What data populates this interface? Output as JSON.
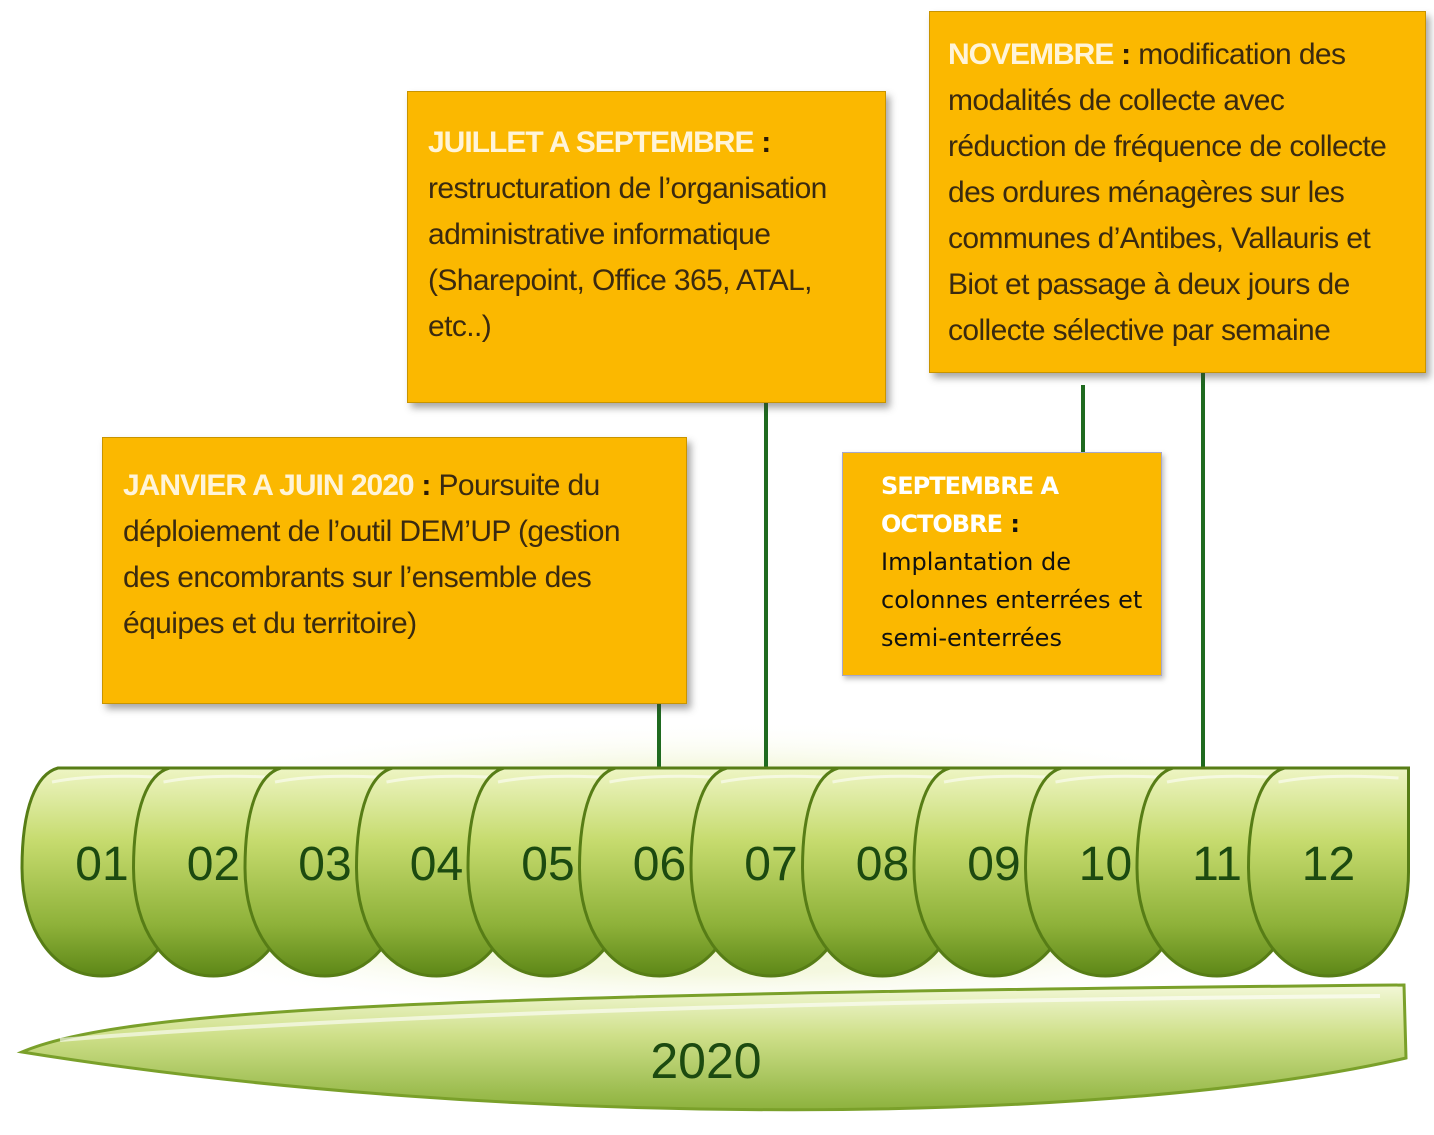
{
  "colors": {
    "box_fill": "#fbb800",
    "box_heading": "#fff4d8",
    "connector": "#1f6a1f",
    "month_fill_light": "#e3efb4",
    "month_fill_dark": "#6f9a1e",
    "label_green": "#1c4a10"
  },
  "year": "2020",
  "months": [
    "01",
    "02",
    "03",
    "04",
    "05",
    "06",
    "07",
    "08",
    "09",
    "10",
    "11",
    "12"
  ],
  "events": {
    "janvier": {
      "heading": "JANVIER A JUIN 2020",
      "separator": " : ",
      "text": "Poursuite du déploiement de l’outil DEM’UP (gestion des encombrants sur l’ensemble des équipes et du territoire)"
    },
    "juillet": {
      "heading": "JUILLET A SEPTEMBRE",
      "separator": " :",
      "text": "restructuration de l’organisation administrative informatique (Sharepoint, Office 365, ATAL, etc..)"
    },
    "septembre": {
      "heading": "SEPTEMBRE A OCTOBRE",
      "separator": " :",
      "text": "Implantation de colonnes enterrées et semi-enterrées"
    },
    "novembre": {
      "heading": "NOVEMBRE",
      "separator": " : ",
      "text": "modification des modalités de collecte avec réduction de fréquence de collecte des ordures ménagères sur les communes d’Antibes, Vallauris et Biot et passage à deux jours de collecte sélective par semaine"
    }
  }
}
